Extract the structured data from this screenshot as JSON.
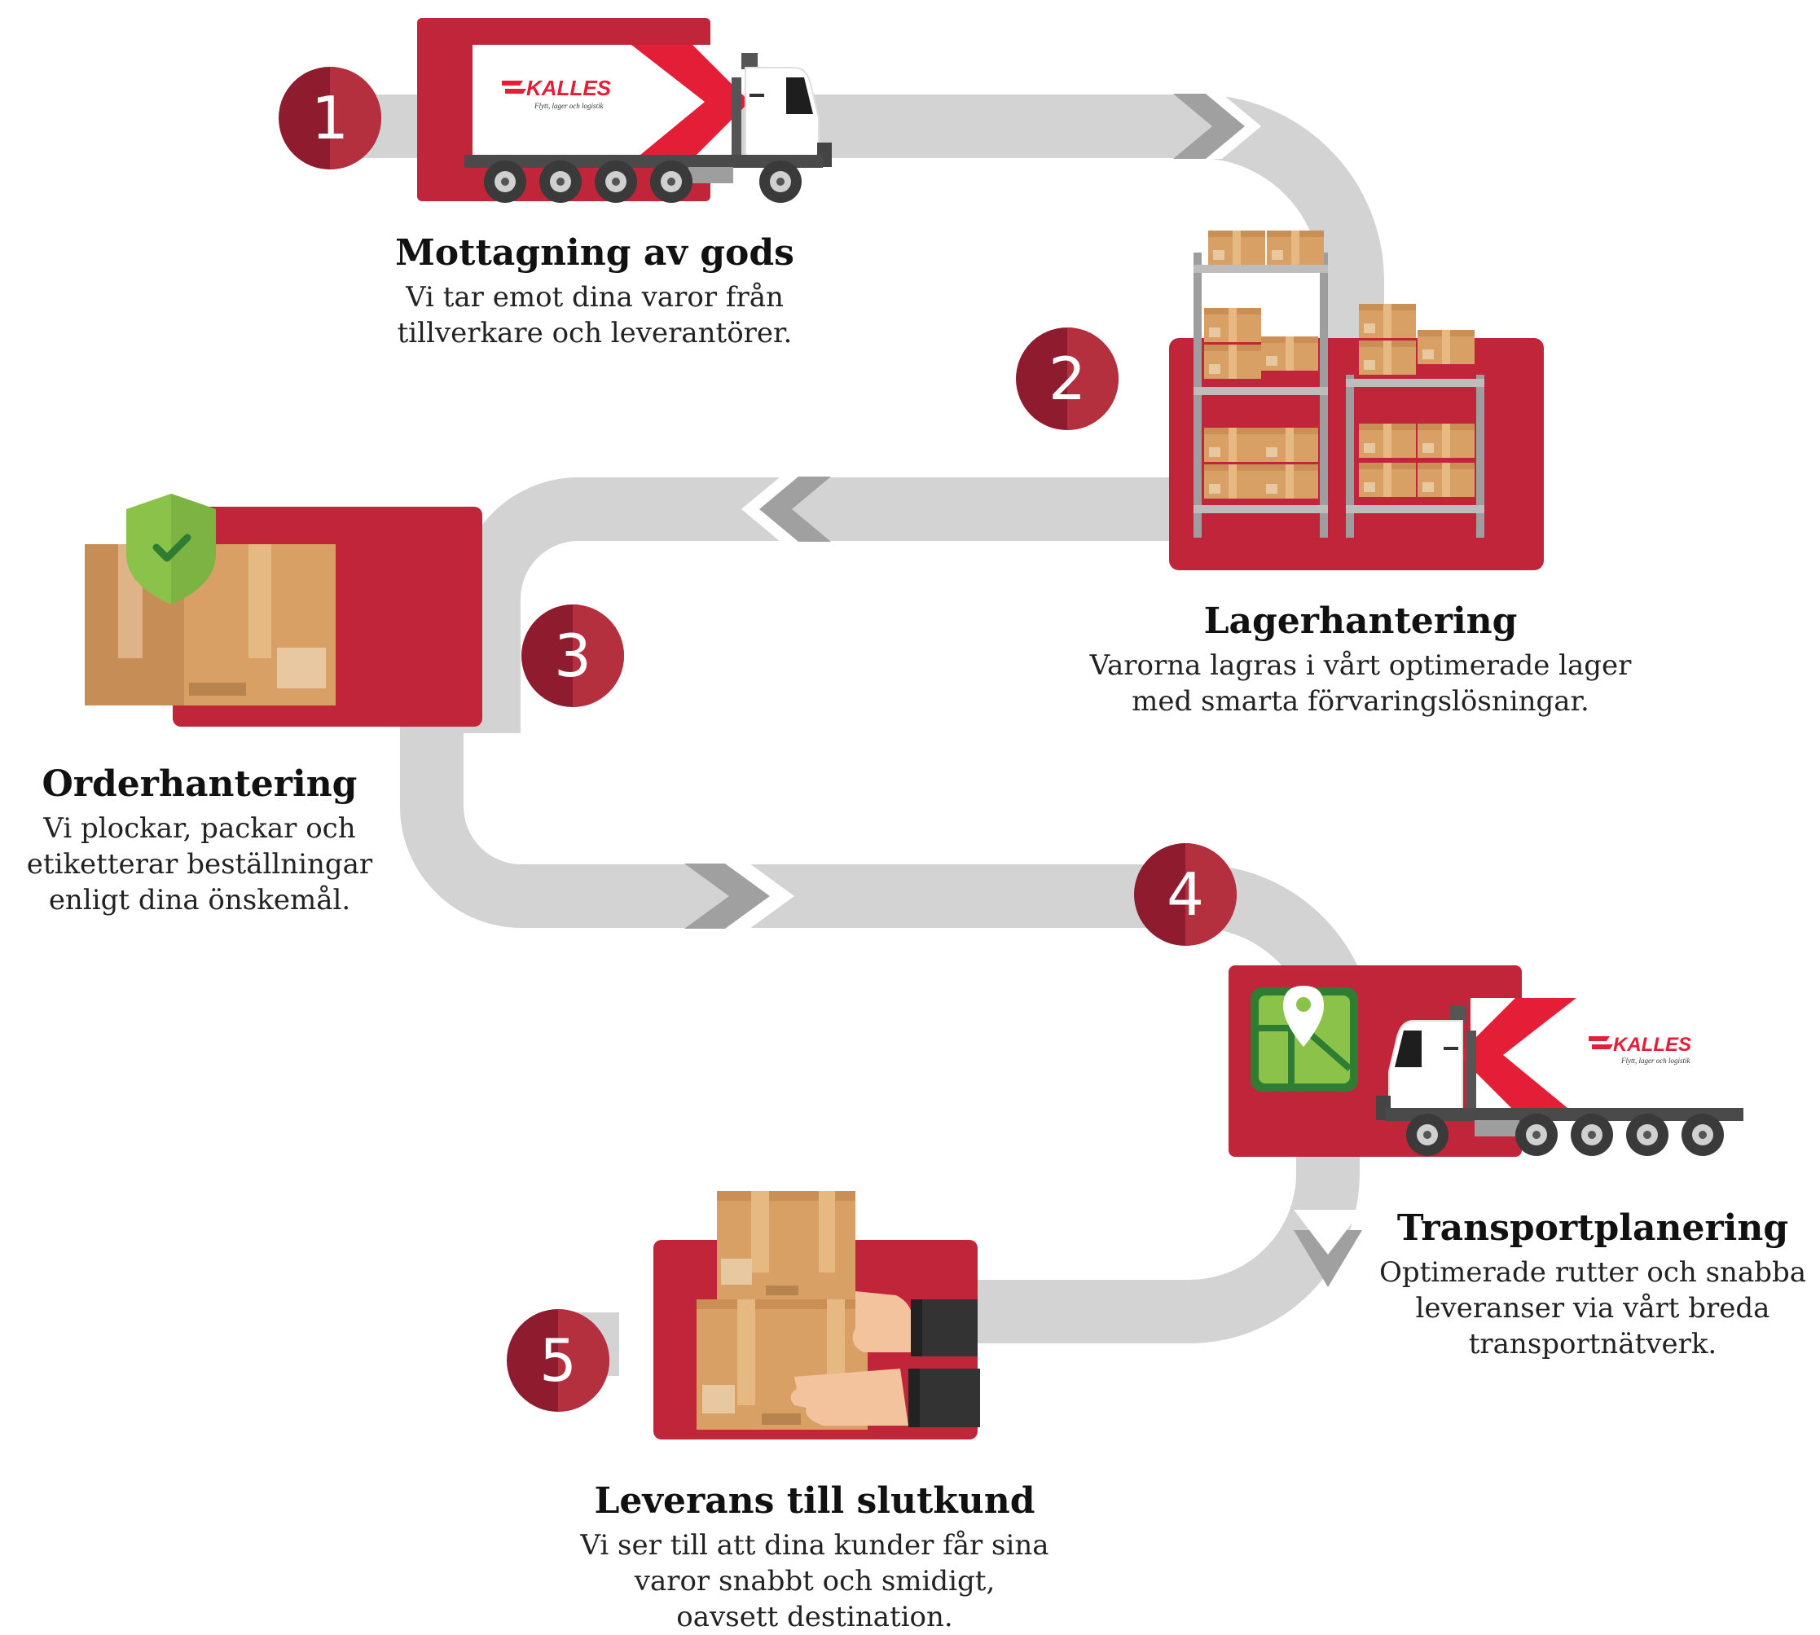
{
  "colors": {
    "brand_red": "#c0253a",
    "badge_dark": "#8e1b2e",
    "badge_light": "#b5303e",
    "path_gray": "#d3d3d3",
    "chevron_gray": "#9a9a9a",
    "box_tan": "#d9a066",
    "check_green": "#8bc34a"
  },
  "brand": {
    "name": "KALLES",
    "tagline": "Flytt, lager och logistik"
  },
  "steps": [
    {
      "number": "1",
      "title": "Mottagning av gods",
      "desc": [
        "Vi tar emot dina varor från",
        "tillverkare och leverantörer."
      ],
      "icon": "truck-icon"
    },
    {
      "number": "2",
      "title": "Lagerhantering",
      "desc": [
        "Varorna lagras i vårt optimerade lager",
        "med smarta förvaringslösningar."
      ],
      "icon": "warehouse-shelf-icon"
    },
    {
      "number": "3",
      "title": "Orderhantering",
      "desc": [
        "Vi plockar, packar och",
        "etiketterar beställningar",
        "enligt dina önskemål."
      ],
      "icon": "checked-package-icon"
    },
    {
      "number": "4",
      "title": "Transportplanering",
      "desc": [
        "Optimerade rutter och snabba",
        "leveranser via vårt breda",
        "transportnätverk."
      ],
      "icon": "map-truck-icon"
    },
    {
      "number": "5",
      "title": "Leverans till slutkund",
      "desc": [
        "Vi ser till att dina kunder får sina",
        "varor snabbt och smidigt,",
        "oavsett destination."
      ],
      "icon": "package-handover-icon"
    }
  ]
}
